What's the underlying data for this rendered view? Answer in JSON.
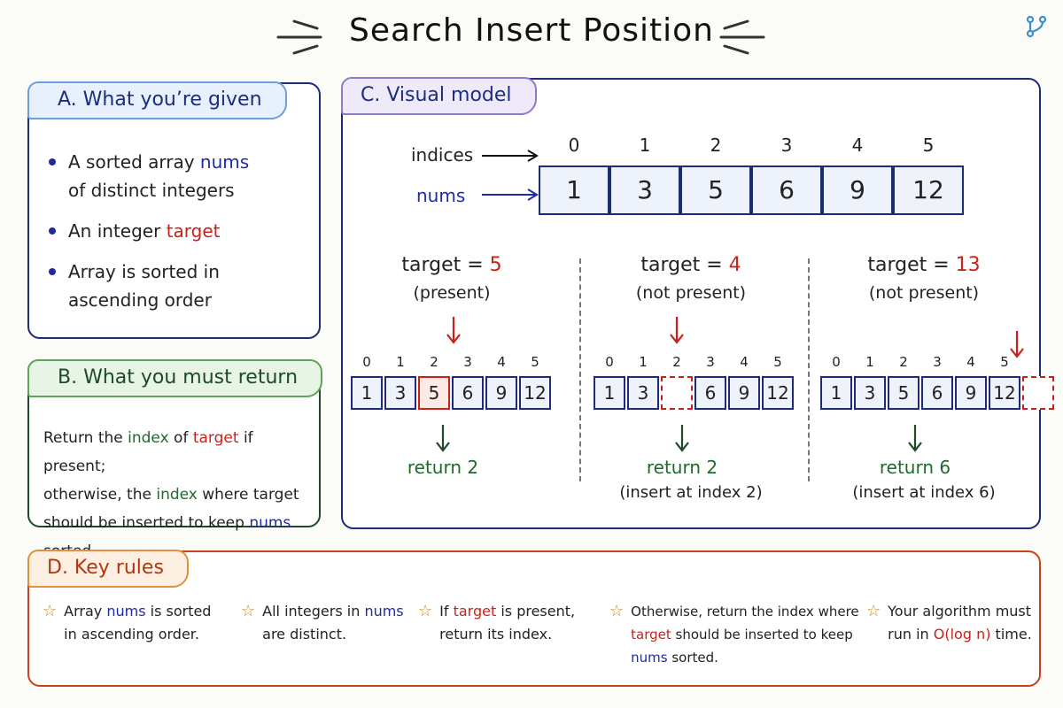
{
  "title": "Search Insert Position",
  "icons": {
    "corner": "git-branch-icon",
    "bullet_star": "star-icon"
  },
  "colors": {
    "blue": "#1f2aa8",
    "red": "#c8231a",
    "green": "#1f6b2a",
    "orange": "#d9821d"
  },
  "section_a": {
    "tab": "A. What you’re given",
    "bullets": [
      {
        "pre": "A sorted array ",
        "hl": "nums",
        "line2": "of distinct integers"
      },
      {
        "pre": "An integer ",
        "hl": "target"
      },
      {
        "pre": "Array is sorted in",
        "line2": "ascending order"
      }
    ]
  },
  "section_b": {
    "tab": "B. What you must return",
    "t1": "Return the ",
    "t2": "index",
    "t3": " of ",
    "t4": "target",
    "t5": " if present;",
    "t6": "otherwise, the ",
    "t7": "index",
    "t8": " where target",
    "t9": "should be inserted to keep ",
    "t10": "nums",
    "t11": " sorted."
  },
  "section_c": {
    "tab": "C. Visual model",
    "indices_label": "indices",
    "nums_label": "nums",
    "indices": [
      "0",
      "1",
      "2",
      "3",
      "4",
      "5"
    ],
    "nums": [
      "1",
      "3",
      "5",
      "6",
      "9",
      "12"
    ],
    "scenarios": [
      {
        "title_pre": "target = ",
        "target": "5",
        "sub": "(present)",
        "indices": [
          "0",
          "1",
          "2",
          "3",
          "4",
          "5"
        ],
        "values": [
          "1",
          "3",
          "5",
          "6",
          "9",
          "12"
        ],
        "ret": "return 2",
        "ret_sub": ""
      },
      {
        "title_pre": "target = ",
        "target": "4",
        "sub": "(not present)",
        "indices": [
          "0",
          "1",
          "2",
          "3",
          "4",
          "5"
        ],
        "values": [
          "1",
          "3",
          "",
          "6",
          "9",
          "12"
        ],
        "ret": "return 2",
        "ret_sub": "(insert at index 2)"
      },
      {
        "title_pre": "target = ",
        "target": "13",
        "sub": "(not present)",
        "indices": [
          "0",
          "1",
          "2",
          "3",
          "4",
          "5"
        ],
        "values": [
          "1",
          "3",
          "5",
          "6",
          "9",
          "12",
          ""
        ],
        "ret": "return 6",
        "ret_sub": "(insert at index 6)"
      }
    ]
  },
  "section_d": {
    "tab": "D. Key rules",
    "rules": [
      {
        "a": "Array ",
        "b": "nums",
        "c": " is sorted",
        "d": "in ascending order."
      },
      {
        "a": "All integers in ",
        "b": "nums",
        "c": "",
        "d": "are distinct."
      },
      {
        "a": "If ",
        "b": "target",
        "c": " is present,",
        "d": "return its index."
      },
      {
        "a": "Otherwise, return the index where",
        "b": "target",
        "c": " should be inserted to keep",
        "d": "nums",
        "e": " sorted."
      },
      {
        "a": "Your algorithm must",
        "b": "run in ",
        "c": "O(log n)",
        "d": " time."
      }
    ]
  }
}
